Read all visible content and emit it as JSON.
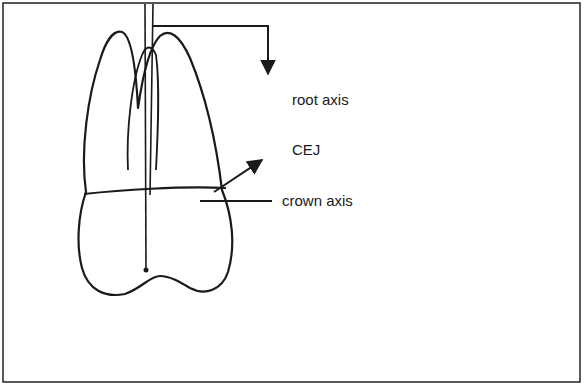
{
  "diagram": {
    "labels": [
      "root axis",
      "CEJ",
      "crown axis"
    ]
  }
}
